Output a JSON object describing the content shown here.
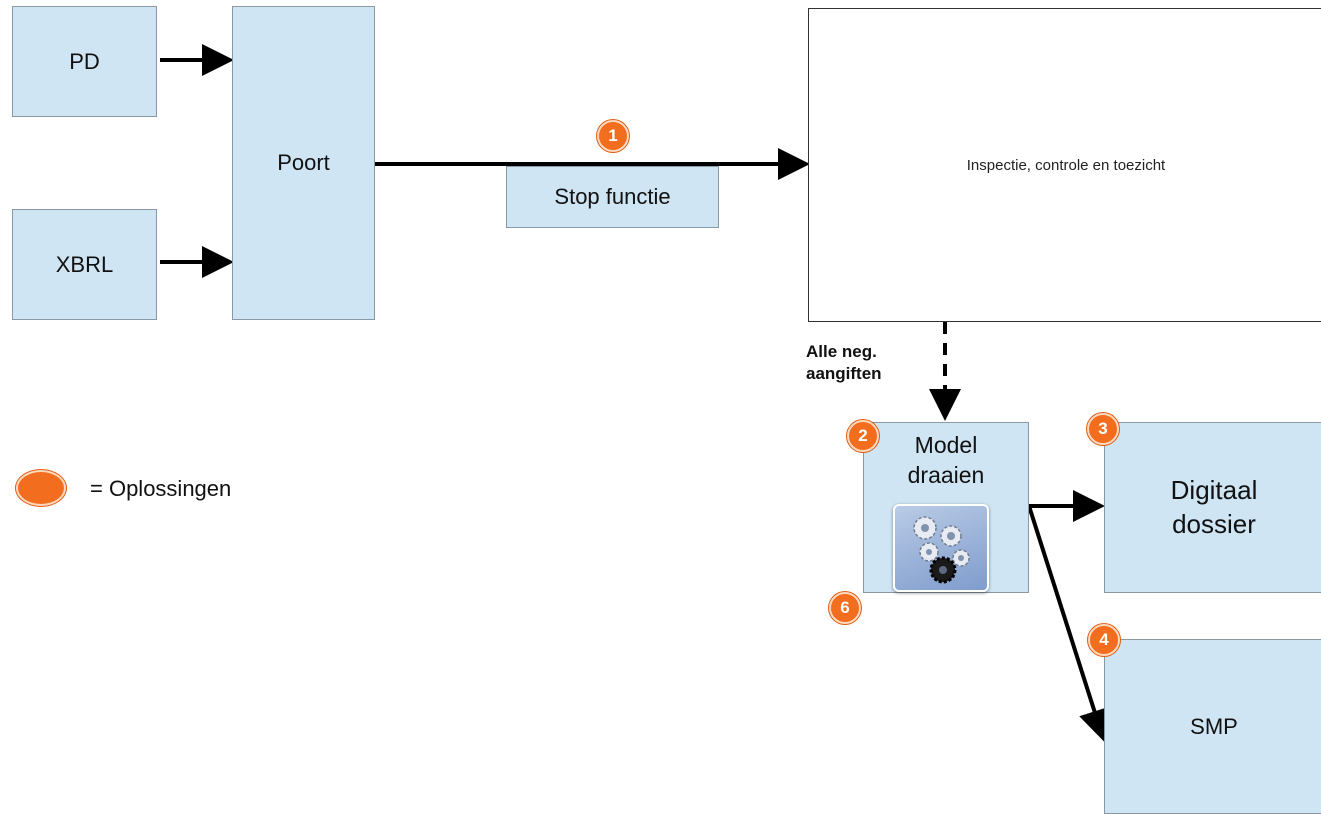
{
  "nodes": {
    "pd": "PD",
    "xbrl": "XBRL",
    "poort": "Poort",
    "stop_functie": "Stop functie",
    "inspectie": "Inspectie, controle en toezicht",
    "model_line1": "Model",
    "model_line2": "draaien",
    "digitaal_line1": "Digitaal",
    "digitaal_line2": "dossier",
    "smp": "SMP"
  },
  "edge_labels": {
    "negatief_line1": "Alle neg.",
    "negatief_line2": "aangiften"
  },
  "badges": {
    "stop_functie": "1",
    "model_top": "2",
    "digitaal": "3",
    "smp": "4",
    "model_bottom": "6"
  },
  "legend": {
    "text": "= Oplossingen"
  },
  "colors": {
    "box_fill": "#cfe5f4",
    "badge_orange": "#f26d1d"
  },
  "icons": {
    "model": "gears-icon"
  }
}
